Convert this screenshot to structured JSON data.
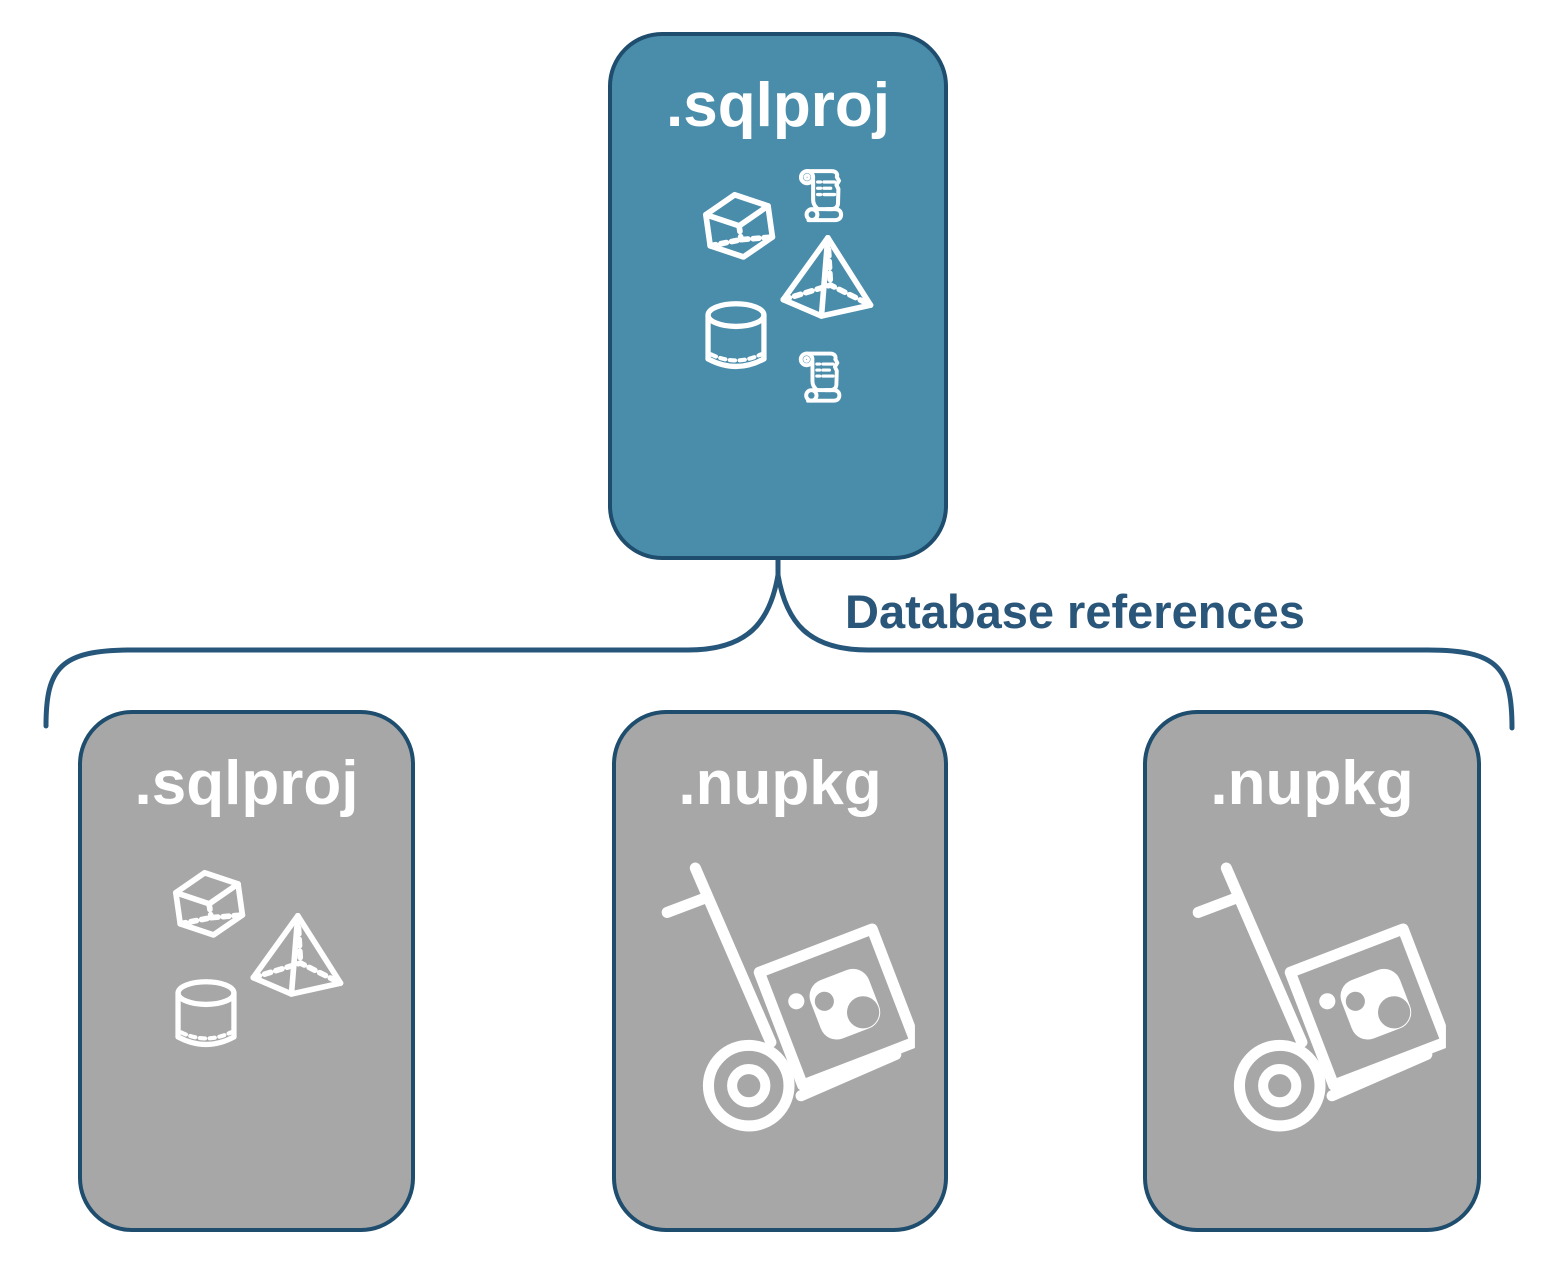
{
  "diagram": {
    "root": {
      "label": ".sqlproj",
      "type": "sql-project"
    },
    "connector": {
      "label": "Database references"
    },
    "children": [
      {
        "label": ".sqlproj",
        "type": "sql-project-reference"
      },
      {
        "label": ".nupkg",
        "type": "nuget-package-reference"
      },
      {
        "label": ".nupkg",
        "type": "nuget-package-reference"
      }
    ],
    "icons": {
      "root": [
        "scroll-icon",
        "cube-icon",
        "pyramid-icon",
        "cylinder-icon",
        "scroll-icon"
      ],
      "sqlproj_child": [
        "cube-icon",
        "pyramid-icon",
        "cylinder-icon"
      ],
      "nupkg_child": [
        "package-dolly-icon"
      ]
    },
    "colors": {
      "root_fill": "#4A8DAB",
      "child_fill": "#A7A7A7",
      "node_border": "#1E4D6E",
      "connector_stroke": "#27567B",
      "label_text": "#2A567A",
      "icon_stroke": "#FFFFFF"
    }
  }
}
